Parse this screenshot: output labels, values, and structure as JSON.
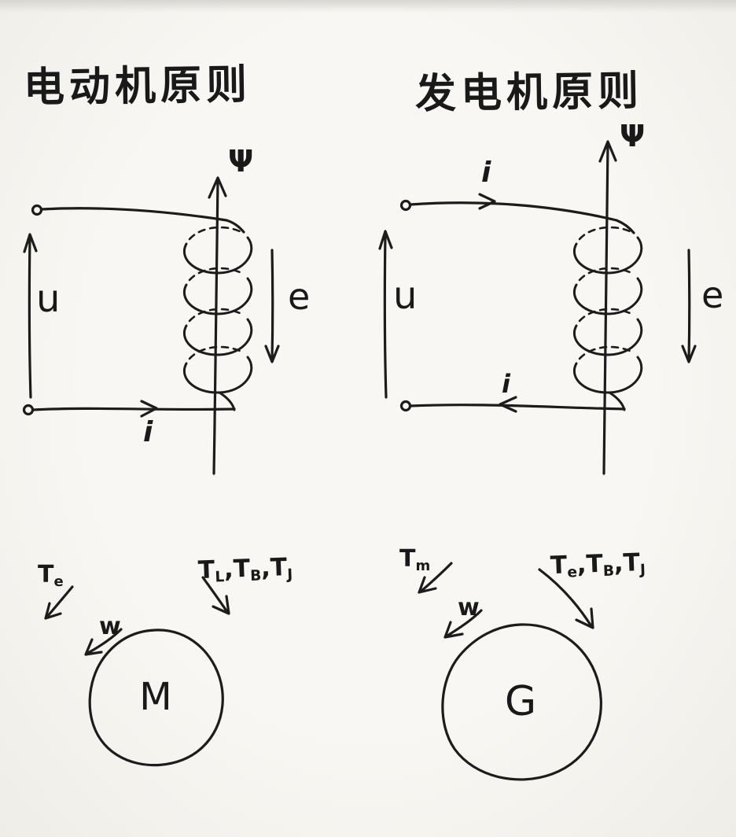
{
  "colors": {
    "ink": "#1c1c1c",
    "paper": "#f7f5f1"
  },
  "motor": {
    "title": "电动机原则",
    "flux_label": "Ψ",
    "voltage_label": "u",
    "emf_label": "e",
    "current_label": "i",
    "torque_drive": {
      "main": "T",
      "sub": "e"
    },
    "speed_label": "w",
    "separator": ",",
    "opposing_torques": [
      {
        "main": "T",
        "sub": "L"
      },
      {
        "main": "T",
        "sub": "B"
      },
      {
        "main": "T",
        "sub": "J"
      }
    ],
    "machine_label": "M"
  },
  "generator": {
    "title": "发电机原则",
    "flux_label": "Ψ",
    "voltage_label": "u",
    "emf_label": "e",
    "current_label": "i",
    "torque_drive": {
      "main": "T",
      "sub": "m"
    },
    "speed_label": "w",
    "separator": ",",
    "opposing_torques": [
      {
        "main": "T",
        "sub": "e"
      },
      {
        "main": "T",
        "sub": "B"
      },
      {
        "main": "T",
        "sub": "J"
      }
    ],
    "machine_label": "G"
  }
}
